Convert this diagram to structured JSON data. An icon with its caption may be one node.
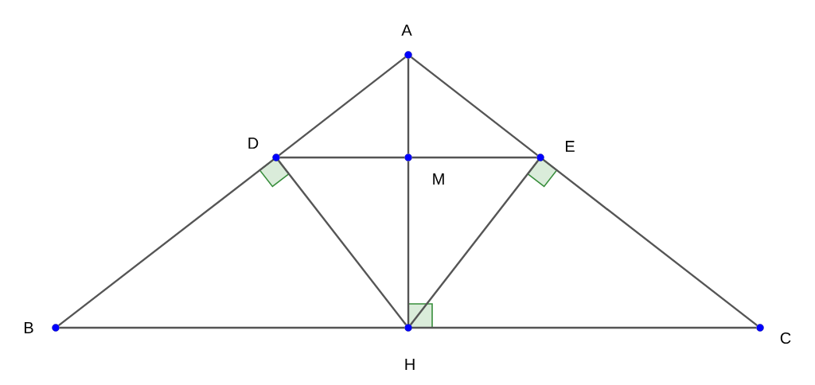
{
  "diagram": {
    "nodes": [
      {
        "text": [
          "A"
        ]
      },
      {
        "text": [
          "D"
        ]
      },
      {
        "text": [
          "M"
        ]
      },
      {
        "text": [
          "E"
        ]
      },
      {
        "text": [
          "B"
        ]
      },
      {
        "text": [
          "H"
        ]
      },
      {
        "text": [
          "C"
        ]
      }
    ],
    "edges": [
      {
        "from": 0,
        "to": 1,
        "arrow": "none"
      },
      {
        "from": 1,
        "to": 4,
        "arrow": "none"
      },
      {
        "from": 0,
        "to": 3,
        "arrow": "none"
      },
      {
        "from": 3,
        "to": 6,
        "arrow": "none"
      },
      {
        "from": 4,
        "to": 5,
        "arrow": "none"
      },
      {
        "from": 5,
        "to": 6,
        "arrow": "none"
      },
      {
        "from": 0,
        "to": 2,
        "arrow": "none"
      },
      {
        "from": 2,
        "to": 5,
        "arrow": "none"
      },
      {
        "from": 1,
        "to": 2,
        "arrow": "none"
      },
      {
        "from": 2,
        "to": 3,
        "arrow": "none"
      },
      {
        "from": 1,
        "to": 5,
        "arrow": "none"
      },
      {
        "from": 3,
        "to": 5,
        "arrow": "none"
      }
    ]
  }
}
